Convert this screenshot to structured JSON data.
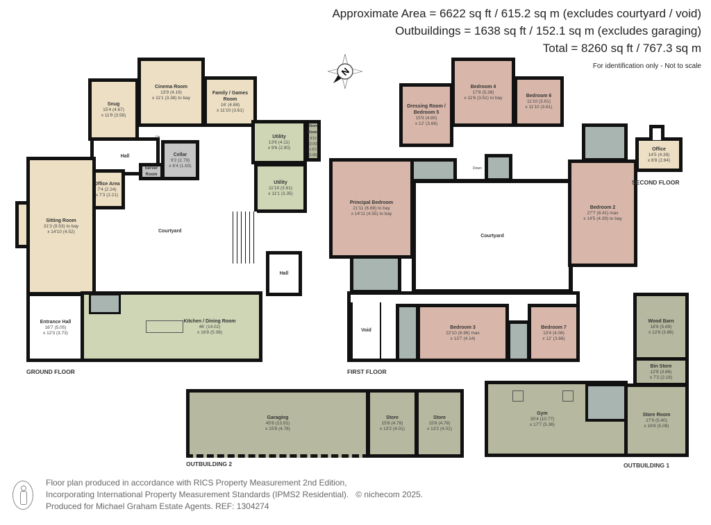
{
  "header": {
    "area": "Approximate Area = 6622 sq ft / 615.2 sq m (excludes courtyard / void)",
    "outbuildings": "Outbuildings = 1638 sq ft / 152.1 sq m (excludes garaging)",
    "total": "Total = 8260 sq ft / 767.3 sq m",
    "note": "For identification only - Not to scale"
  },
  "compass": {
    "label": "N",
    "icon": "compass-icon"
  },
  "ground_floor": {
    "label": "GROUND FLOOR",
    "courtyard": "Courtyard",
    "rooms": [
      {
        "name": "Snug",
        "dims": "15'4 (4.67)",
        "dims2": "x 11'9 (3.58)"
      },
      {
        "name": "Cinema Room",
        "dims": "13'9 (4.19)",
        "dims2": "x 11'1 (3.38) to bay"
      },
      {
        "name": "Family / Games Room",
        "dims": "16' (4.88)",
        "dims2": "x 11'10 (3.61)"
      },
      {
        "name": "Utility",
        "dims": "13'6 (4.11)",
        "dims2": "x 9'6 (2.90)"
      },
      {
        "name": "Store Room",
        "dims": "9'10 (3.00)",
        "dims2": "x 6'2 (1.88)"
      },
      {
        "name": "Hall",
        "dims": "",
        "dims2": ""
      },
      {
        "name": "Cellar",
        "dims": "9'2 (2.79)",
        "dims2": "x 6'4 (1.93)"
      },
      {
        "name": "Server Room",
        "dims": "",
        "dims2": ""
      },
      {
        "name": "Office Area",
        "dims": "7'4 (2.24)",
        "dims2": "x 7'3 (2.21)"
      },
      {
        "name": "Utility",
        "dims": "11'10 (3.61)",
        "dims2": "x 11'1 (3.35)"
      },
      {
        "name": "Sitting Room",
        "dims": "31'3 (9.53) to bay",
        "dims2": "x 14'10 (4.52)"
      },
      {
        "name": "Hall",
        "dims": "",
        "dims2": ""
      },
      {
        "name": "Entrance Hall",
        "dims": "16'7 (5.05)",
        "dims2": "x 12'3 (3.73)"
      },
      {
        "name": "Kitchen / Dining Room",
        "dims": "46' (14.02)",
        "dims2": "x 16'8 (5.08)"
      }
    ],
    "up": "Up"
  },
  "first_floor": {
    "label": "FIRST FLOOR",
    "courtyard": "Courtyard",
    "rooms": [
      {
        "name": "Dressing Room / Bedroom 5",
        "dims": "15'9 (4.80)",
        "dims2": "x 12' (3.66)"
      },
      {
        "name": "Bedroom 4",
        "dims": "17'8 (5.38)",
        "dims2": "x 11'6 (3.51) to bay"
      },
      {
        "name": "Bedroom 6",
        "dims": "11'10 (3.61)",
        "dims2": "x 11'10 (3.61)"
      },
      {
        "name": "Principal Bedroom",
        "dims": "21'11 (6.68) to bay",
        "dims2": "x 14'11 (4.55) to bay"
      },
      {
        "name": "Bedroom 2",
        "dims": "27'7 (8.41) max",
        "dims2": "x 14'5 (4.39) to bay"
      },
      {
        "name": "Void",
        "dims": "",
        "dims2": ""
      },
      {
        "name": "Bedroom 3",
        "dims": "22'10 (6.96) max",
        "dims2": "x 13'7 (4.14)"
      },
      {
        "name": "Bedroom 7",
        "dims": "13'4 (4.06)",
        "dims2": "x 12' (3.66)"
      }
    ],
    "down": "Down"
  },
  "second_floor": {
    "label": "SECOND FLOOR",
    "rooms": [
      {
        "name": "Office",
        "dims": "14'5 (4.39)",
        "dims2": "x 8'8 (2.64)"
      }
    ]
  },
  "outbuilding_2": {
    "label": "OUTBUILDING 2",
    "rooms": [
      {
        "name": "Garaging",
        "dims": "45'6 (13.91)",
        "dims2": "x 15'8 (4.78)"
      },
      {
        "name": "Store",
        "dims": "15'8 (4.78)",
        "dims2": "x 13'2 (4.01)"
      },
      {
        "name": "Store",
        "dims": "15'8 (4.78)",
        "dims2": "x 13'2 (4.01)"
      }
    ]
  },
  "outbuilding_1": {
    "label": "OUTBUILDING 1",
    "rooms": [
      {
        "name": "Wood Barn",
        "dims": "18'8 (5.69)",
        "dims2": "x 12'8 (3.86)"
      },
      {
        "name": "Bin Store",
        "dims": "12'8 (3.86)",
        "dims2": "x 7'2 (2.18)"
      },
      {
        "name": "Gym",
        "dims": "35'4 (10.77)",
        "dims2": "x 17'7 (5.36)"
      },
      {
        "name": "Store Room",
        "dims": "17'9 (5.40)",
        "dims2": "x 16'8 (5.08)"
      }
    ]
  },
  "footer": {
    "line1": "Floor plan produced in accordance with RICS Property Measurement 2nd Edition,",
    "line2": "Incorporating International Property Measurement Standards (IPMS2 Residential).",
    "copyright": "© nichecom 2025.",
    "line3": "Produced for Michael Graham Estate Agents.   REF: 1304274",
    "icon": "person-icon"
  },
  "colors": {
    "living": "#ecdfc4",
    "service": "#cfd6b6",
    "bathroom": "#a9b5b0",
    "bedroom": "#d8b7aa",
    "outbuilding": "#b6b89f",
    "walls": "#111111"
  }
}
